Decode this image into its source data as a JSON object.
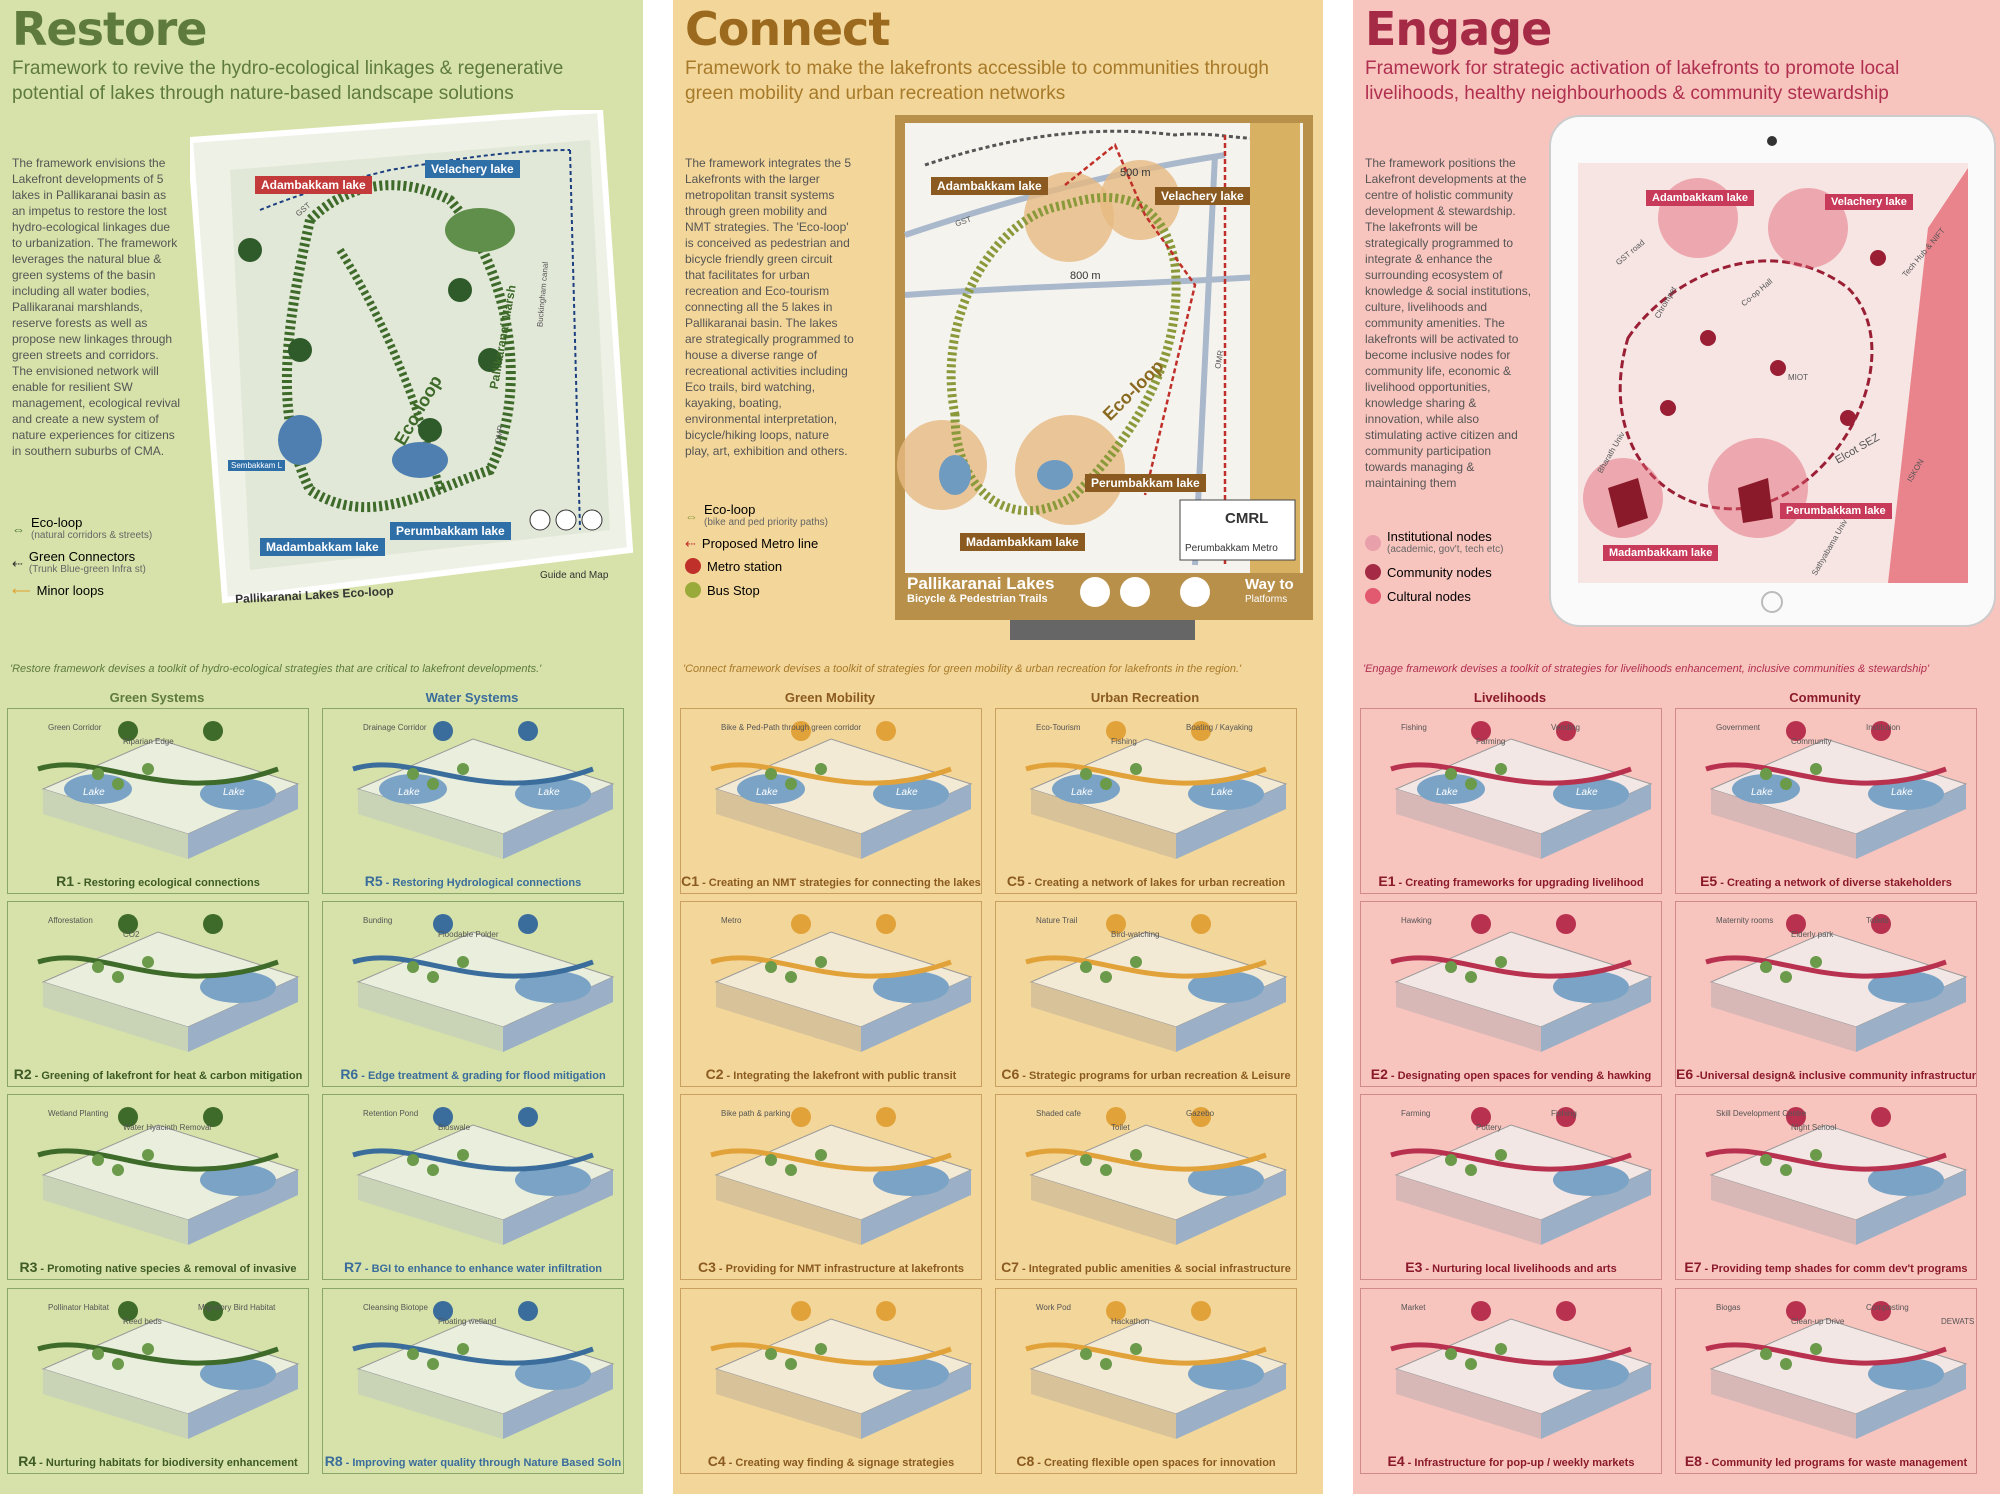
{
  "restore": {
    "title": "Restore",
    "subtitle": "Framework to revive the hydro-ecological linkages & regenerative potential of lakes through nature-based landscape solutions",
    "body": "The framework envisions the Lakefront developments of 5 lakes in Pallikaranai basin as an impetus to restore the lost hydro-ecological linkages due to urbanization. The framework leverages the natural blue & green systems of the basin including all water bodies, Pallikaranai marshlands, reserve forests as well as propose new linkages through green streets and corridors. The envisioned network will enable for resilient SW management, ecological revival and create a new system of nature experiences for citizens in southern suburbs of CMA.",
    "map": {
      "lakes": [
        "Adambakkam lake",
        "Velachery lake",
        "Madambakkam lake",
        "Perumbakkam lake"
      ],
      "labels": [
        "Eco-loop",
        "Pallikaranai Marsh",
        "Sembakkam L",
        "GST",
        "OMR",
        "Buckingham canal",
        "Guide and Map"
      ],
      "caption": "Pallikaranai Lakes Eco-loop"
    },
    "legend": [
      {
        "label": "Eco-loop",
        "sub": "(natural corridors & streets)"
      },
      {
        "label": "Green Connectors",
        "sub": "(Trunk Blue-green Infra st)"
      },
      {
        "label": "Minor loops",
        "sub": ""
      }
    ],
    "quote": "'Restore framework devises a toolkit of hydro-ecological strategies that are critical to lakefront developments.'",
    "groups": [
      "Green Systems",
      "Water Systems"
    ],
    "cards": [
      {
        "code": "R1",
        "text": "- Restoring ecological connections",
        "tags": [
          "Green Corridor",
          "Riparian Edge",
          "Lake",
          "Lake"
        ]
      },
      {
        "code": "R5",
        "text": "- Restoring Hydrological connections",
        "tags": [
          "Drainage Corridor",
          "Lake",
          "Lake"
        ]
      },
      {
        "code": "R2",
        "text": "- Greening of lakefront for heat & carbon mitigation",
        "tags": [
          "Afforestation",
          "CO2"
        ]
      },
      {
        "code": "R6",
        "text": "- Edge treatment & grading for flood mitigation",
        "tags": [
          "Bunding",
          "Floodable Polder"
        ]
      },
      {
        "code": "R3",
        "text": "- Promoting native species & removal of invasive",
        "tags": [
          "Wetland Planting",
          "Water Hyacinth Removal"
        ]
      },
      {
        "code": "R7",
        "text": "- BGI to enhance to enhance water infiltration",
        "tags": [
          "Retention Pond",
          "Bioswale"
        ]
      },
      {
        "code": "R4",
        "text": "- Nurturing habitats for biodiversity enhancement",
        "tags": [
          "Pollinator Habitat",
          "Reed beds",
          "Migratory Bird Habitat"
        ]
      },
      {
        "code": "R8",
        "text": "- Improving water quality through Nature Based Soln",
        "tags": [
          "Cleansing Biotope",
          "Floating wetland"
        ]
      }
    ]
  },
  "connect": {
    "title": "Connect",
    "subtitle": "Framework to make the lakefronts accessible to communities through green mobility and urban recreation networks",
    "body": "The framework integrates the 5 Lakefronts with the larger metropolitan transit systems through green mobility and NMT strategies. The 'Eco-loop' is conceived as pedestrian and bicycle friendly green circuit that facilitates for urban recreation and Eco-tourism connecting all the 5 lakes in Pallikaranai basin. The lakes are strategically programmed to house a diverse range of recreational activities including Eco trails, bird watching, kayaking, boating, environmental interpretation, bicycle/hiking loops, nature play, art, exhibition and others.",
    "map": {
      "lakes": [
        "Adambakkam lake",
        "Velachery lake",
        "Perumbakkam lake",
        "Madambakkam lake"
      ],
      "labels": [
        "500 m",
        "800 m",
        "Eco-loop",
        "GST",
        "OMR"
      ],
      "sign_title": "Pallikaranai Lakes",
      "sign_sub": "Bicycle & Pedestrian Trails",
      "sign_way": "Way to",
      "sign_way2": "Platforms",
      "metro": "Perumbakkam Metro",
      "cmrl": "CMRL"
    },
    "legend": [
      {
        "label": "Eco-loop",
        "sub": "(bike and ped priority paths)"
      },
      {
        "label": "Proposed Metro line",
        "sub": ""
      },
      {
        "label": "Metro station",
        "sub": ""
      },
      {
        "label": "Bus Stop",
        "sub": ""
      }
    ],
    "quote": "'Connect framework devises a toolkit of strategies for green mobility & urban recreation for lakefronts in the region.'",
    "groups": [
      "Green Mobility",
      "Urban Recreation"
    ],
    "cards": [
      {
        "code": "C1",
        "text": "- Creating an NMT strategies for connecting the lakes",
        "tags": [
          "Bike & Ped-Path through green corridor",
          "Lake",
          "Lake"
        ]
      },
      {
        "code": "C5",
        "text": "- Creating a network of lakes for urban recreation",
        "tags": [
          "Eco-Tourism",
          "Fishing",
          "Boating / Kayaking",
          "Lake",
          "Lake"
        ]
      },
      {
        "code": "C2",
        "text": "- Integrating the lakefront with public transit",
        "tags": [
          "Metro"
        ]
      },
      {
        "code": "C6",
        "text": "- Strategic programs for urban recreation & Leisure",
        "tags": [
          "Nature Trail",
          "Bird-watching"
        ]
      },
      {
        "code": "C3",
        "text": "- Providing for NMT infrastructure at lakefronts",
        "tags": [
          "Bike path & parking"
        ]
      },
      {
        "code": "C7",
        "text": "- Integrated public amenities & social infrastructure",
        "tags": [
          "Shaded cafe",
          "Toilet",
          "Gazebo"
        ]
      },
      {
        "code": "C4",
        "text": "- Creating way finding & signage strategies",
        "tags": []
      },
      {
        "code": "C8",
        "text": "- Creating flexible open spaces for innovation",
        "tags": [
          "Work Pod",
          "Hackathon"
        ]
      }
    ]
  },
  "engage": {
    "title": "Engage",
    "subtitle": "Framework for strategic activation of lakefronts to promote local livelihoods, healthy neighbourhoods & community stewardship",
    "body": "The framework positions the Lakefront developments at the centre of holistic community development & stewardship. The lakefronts will be strategically programmed to integrate & enhance the surrounding ecosystem of knowledge & social institutions, culture, livelihoods and community amenities. The lakefronts will be activated to become inclusive nodes for community life, economic & livelihood opportunities, knowledge sharing & innovation, while also stimulating active citizen and community participation towards managing & maintaining them",
    "map": {
      "lakes": [
        "Adambakkam lake",
        "Velachery lake",
        "Perumbakkam lake",
        "Madambakkam lake"
      ],
      "labels": [
        "GST road",
        "Tech Hub & NIFT",
        "Co-op Hall",
        "MIOT",
        "Elcot SEZ",
        "ISKON",
        "Sathyabama Univ",
        "Bharath Univ",
        "Chrompet"
      ]
    },
    "legend": [
      {
        "label": "Institutional nodes",
        "sub": "(academic, gov't, tech etc)"
      },
      {
        "label": "Community nodes",
        "sub": ""
      },
      {
        "label": "Cultural nodes",
        "sub": ""
      }
    ],
    "quote": "'Engage framework devises a toolkit of strategies for livelihoods enhancement, inclusive communities & stewardship'",
    "groups": [
      "Livelihoods",
      "Community"
    ],
    "cards": [
      {
        "code": "E1",
        "text": "- Creating frameworks for upgrading livelihood",
        "tags": [
          "Fishing",
          "Farming",
          "Vending",
          "Lake",
          "Lake"
        ]
      },
      {
        "code": "E5",
        "text": "- Creating a network of diverse stakeholders",
        "tags": [
          "Government",
          "Community",
          "Institution",
          "Lake",
          "Lake"
        ]
      },
      {
        "code": "E2",
        "text": "- Designating open spaces for vending & hawking",
        "tags": [
          "Hawking"
        ]
      },
      {
        "code": "E6",
        "text": "-Universal design& inclusive community infrastructure",
        "tags": [
          "Maternity rooms",
          "Elderly park",
          "Toilets"
        ]
      },
      {
        "code": "E3",
        "text": "- Nurturing local livelihoods and arts",
        "tags": [
          "Farming",
          "Pottery",
          "Fishing"
        ]
      },
      {
        "code": "E7",
        "text": "- Providing temp shades for comm dev't programs",
        "tags": [
          "Skill Development Centre",
          "Night School"
        ]
      },
      {
        "code": "E4",
        "text": "- Infrastructure for pop-up / weekly markets",
        "tags": [
          "Market"
        ]
      },
      {
        "code": "E8",
        "text": "- Community led programs for waste management",
        "tags": [
          "Biogas",
          "Clean-up Drive",
          "Composting",
          "DEWATS"
        ]
      }
    ]
  },
  "colors": {
    "restore": "#5a7a3a",
    "restore_water": "#3a6c9c",
    "connect": "#9c6a1e",
    "engage": "#a52a45"
  }
}
